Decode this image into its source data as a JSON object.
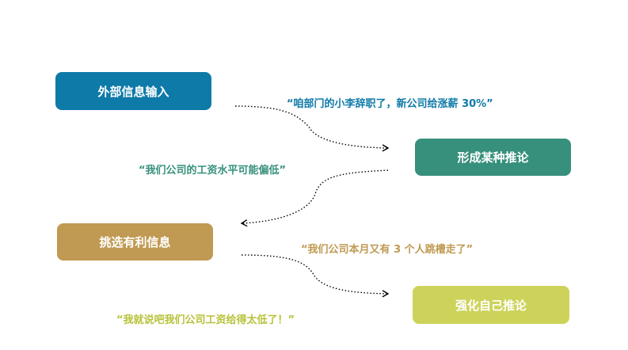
{
  "colors": {
    "input": "#0e7aa8",
    "infer": "#37907b",
    "select": "#c09a52",
    "boost": "#cdd35a",
    "quote_1": "#0e7aa8",
    "quote_2": "#37907b",
    "quote_3": "#c09a52",
    "quote_4": "#b8c23a"
  },
  "boxes": {
    "input": "外部信息输入",
    "infer": "形成某种推论",
    "select": "挑选有利信息",
    "boost": "强化自己推论"
  },
  "quotes": {
    "q1": "“咱部门的小李辞职了，新公司给涨薪 30%”",
    "q2": "“我们公司的工资水平可能偏低”",
    "q3": "“我们公司本月又有 3 个人跳槽走了”",
    "q4": "“我就说吧我们公司工资给得太低了！”"
  }
}
